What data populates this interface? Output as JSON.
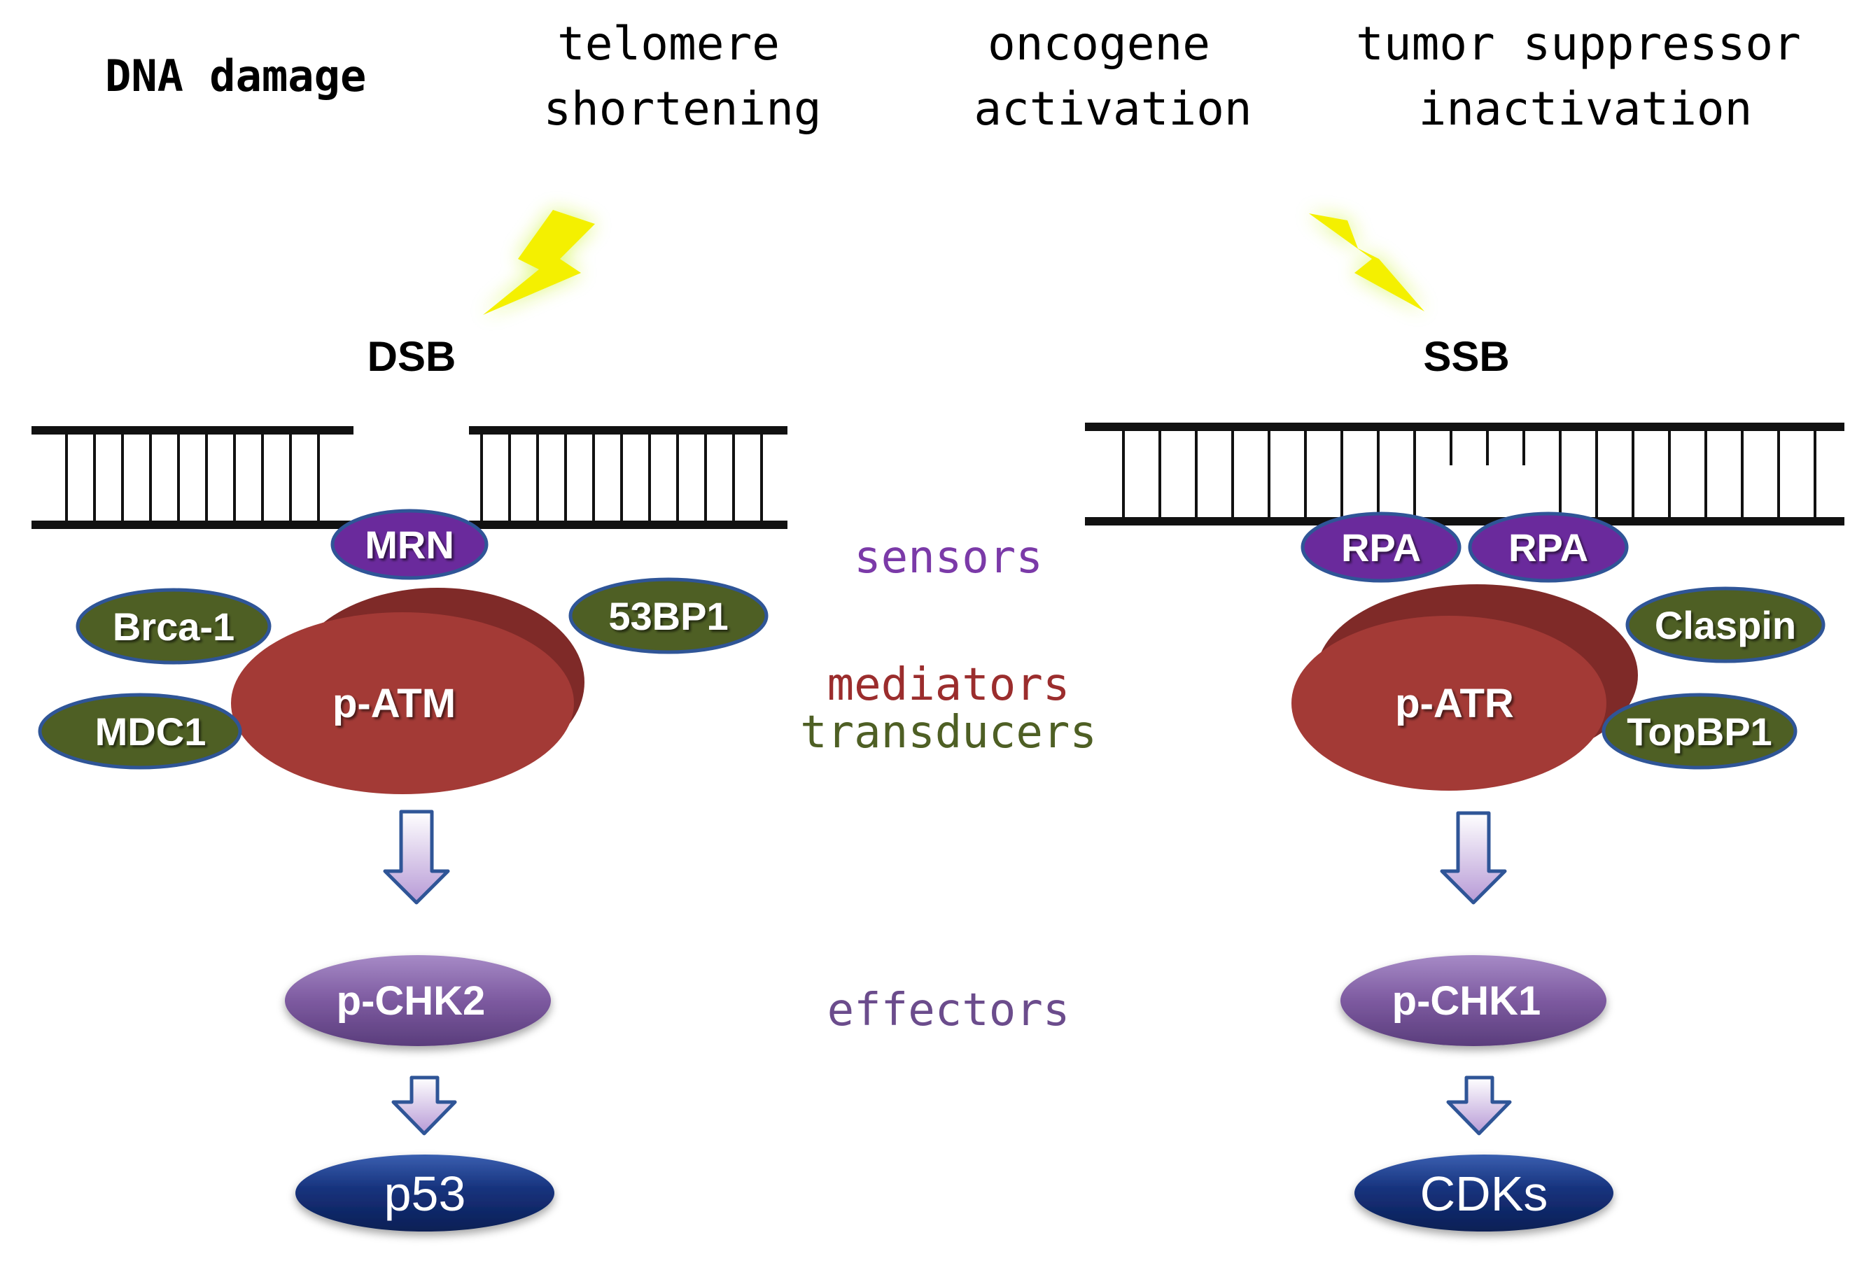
{
  "stressors": {
    "dna_damage": "DNA damage",
    "telomere_1": "telomere",
    "telomere_2": "shortening",
    "oncogene_1": "oncogene",
    "oncogene_2": "activation",
    "tumor_1": "tumor suppressor",
    "tumor_2": "inactivation"
  },
  "left_pathway": {
    "break_label": "DSB",
    "sensor": "MRN",
    "kinase": "p-ATM",
    "mediators": [
      "Brca-1",
      "MDC1",
      "53BP1"
    ],
    "effector": "p-CHK2",
    "target": "p53"
  },
  "right_pathway": {
    "break_label": "SSB",
    "sensors": [
      "RPA",
      "RPA"
    ],
    "kinase": "p-ATR",
    "mediators": [
      "Claspin",
      "TopBP1"
    ],
    "effector": "p-CHK1",
    "target": "CDKs"
  },
  "stages": {
    "sensors": "sensors",
    "mediators": "mediators",
    "transducers": "transducers",
    "effectors": "effectors"
  },
  "colors": {
    "sensor_purple": "#6a2a9c",
    "mediator_green": "#4e5f24",
    "kinase_red": "#a33a36",
    "effector_lavender": "#7d5aa0",
    "target_navy": "#16327c",
    "bolt_yellow": "#f4f000",
    "label_sensors": "#7b3aa8",
    "label_mediators": "#9b2d2d",
    "label_transducers": "#4e5f24",
    "label_effectors": "#6b4c8c"
  },
  "icons": [
    "lightning-bolt-icon",
    "down-arrow-icon"
  ]
}
